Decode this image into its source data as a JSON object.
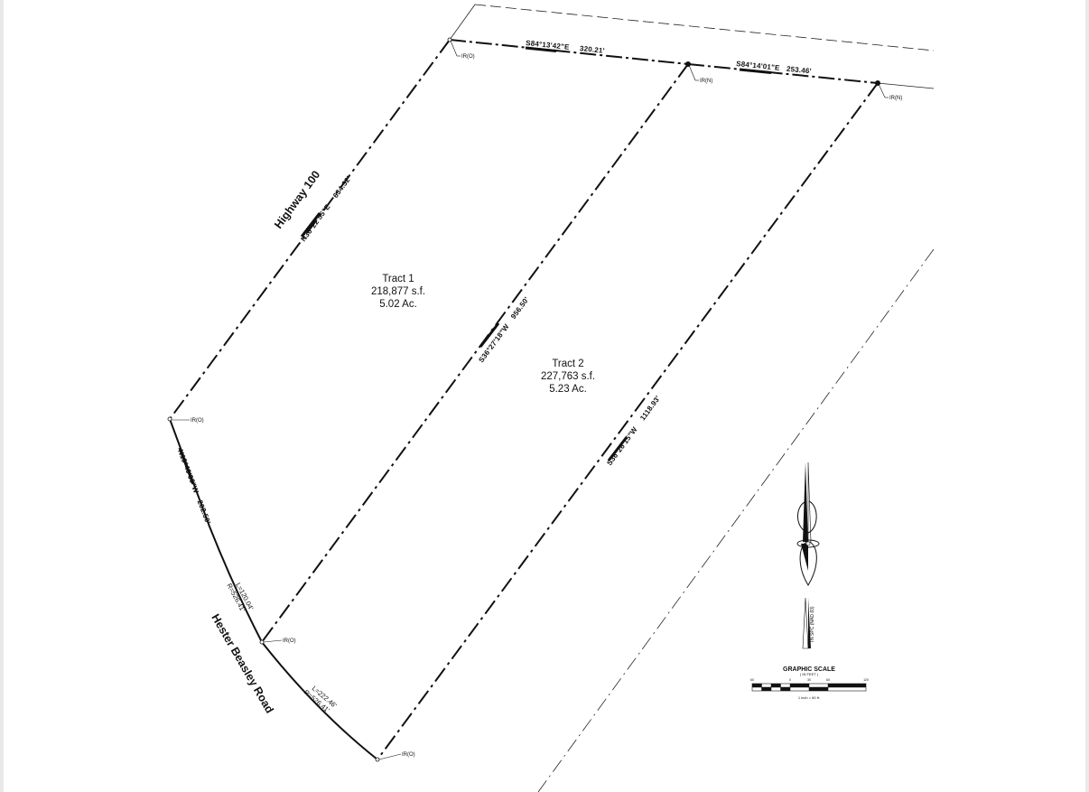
{
  "tracts": [
    {
      "name": "Tract 1",
      "area_sf": "218,877 s.f.",
      "area_ac": "5.02 Ac."
    },
    {
      "name": "Tract 2",
      "area_sf": "227,763 s.f.",
      "area_ac": "5.23 Ac."
    }
  ],
  "roads": {
    "highway": "Highway 100",
    "hester": "Hester Beasley Road"
  },
  "bearings": {
    "north_1": "S84°13'42\"E",
    "north_1_dist": "320.21'",
    "north_2": "S84°14'01\"E",
    "north_2_dist": "253.46'",
    "highway": "N36°22'55\"E",
    "highway_dist": "634.32'",
    "middle": "S36°27'18\"W",
    "middle_dist": "956.50'",
    "east": "S36°26'15\"W",
    "east_dist": "1118.93'",
    "west": "N19°40'06\"W",
    "west_dist": "202.50'"
  },
  "curves": {
    "c1_l": "L=120.04'",
    "c1_r": "R=526.41'",
    "c2_l": "L=222.46'",
    "c2_r": "R=526.41'"
  },
  "pins": {
    "old": "IR(O)",
    "new": "IR(N)"
  },
  "north_arrow": {
    "label": "TN SPC (NAD 83)"
  },
  "scale": {
    "title": "GRAPHIC SCALE",
    "units": "( IN FEET )",
    "ticks": [
      "60",
      "0",
      "30",
      "60",
      "120"
    ],
    "note": "1 inch = 60 ft."
  }
}
